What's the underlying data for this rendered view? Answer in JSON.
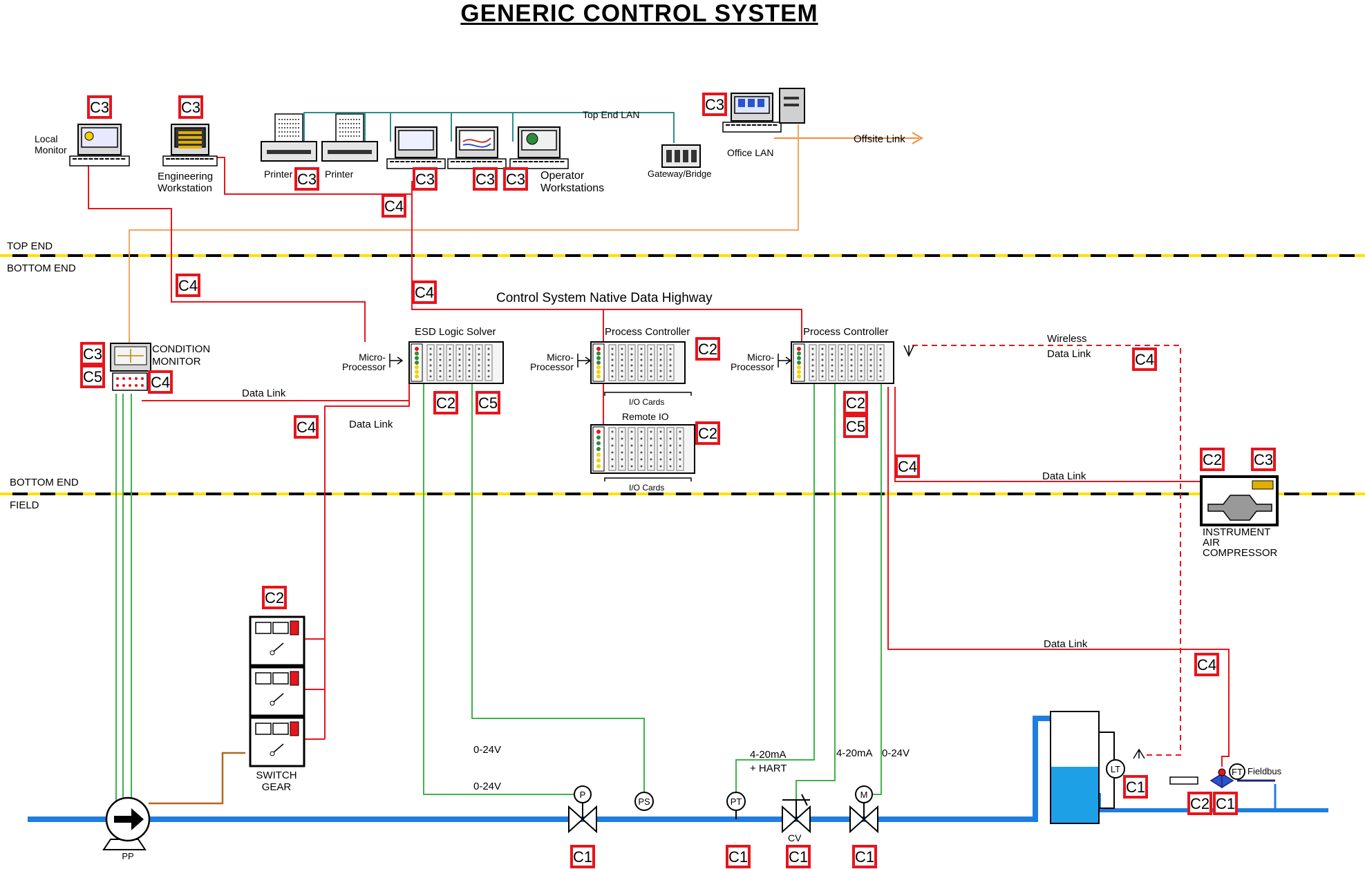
{
  "title": "GENERIC CONTROL SYSTEM",
  "colors": {
    "red_link": "#e8141c",
    "green_wire": "#3cb34a",
    "teal_lan": "#2a8f86",
    "orange_link": "#f4a460",
    "pipe_blue": "#1e7ee0",
    "tank_water": "#1ea0e6",
    "zone_dash_yellow": "#ffe000",
    "zone_dash_black": "#000000",
    "brown_wire": "#b5651d"
  },
  "zones": {
    "top_end": "TOP END",
    "bottom_end_upper": "BOTTOM END",
    "bottom_end_lower": "BOTTOM END",
    "field": "FIELD"
  },
  "top_end": {
    "local_monitor": "Local\nMonitor",
    "engineering_workstation": "Engineering\nWorkstation",
    "printer_1": "Printer",
    "printer_2": "Printer",
    "operator_workstations": "Operator\nWorkstations",
    "top_end_lan": "Top End LAN",
    "gateway_bridge": "Gateway/Bridge",
    "office_lan": "Office LAN",
    "offsite_link": "Offsite Link"
  },
  "bottom_end": {
    "condition_monitor": "CONDITION\nMONITOR",
    "native_data_highway": "Control System Native Data Highway",
    "esd_logic_solver": "ESD Logic Solver",
    "process_controller_1": "Process Controller",
    "process_controller_2": "Process Controller",
    "microprocessor": "Micro-\nProcessor",
    "io_cards": "I/O Cards",
    "remote_io": "Remote IO",
    "wireless_data_link": "Wireless\nData Link",
    "data_link": "Data Link"
  },
  "field": {
    "switch_gear": "SWITCH\nGEAR",
    "pump": "PP",
    "instrument_air_compressor": "INSTRUMENT\nAIR\nCOMPRESSOR",
    "signal_0_24v": "0-24V",
    "signal_4_20ma": "4-20mA",
    "signal_hart": "+ HART",
    "fieldbus": "Fieldbus",
    "instruments": {
      "P": "P",
      "PS": "PS",
      "PT": "PT",
      "CV": "CV",
      "M": "M",
      "LT": "LT",
      "FT": "FT"
    }
  },
  "tags": {
    "c1": "C1",
    "c2": "C2",
    "c3": "C3",
    "c4": "C4",
    "c5": "C5"
  }
}
